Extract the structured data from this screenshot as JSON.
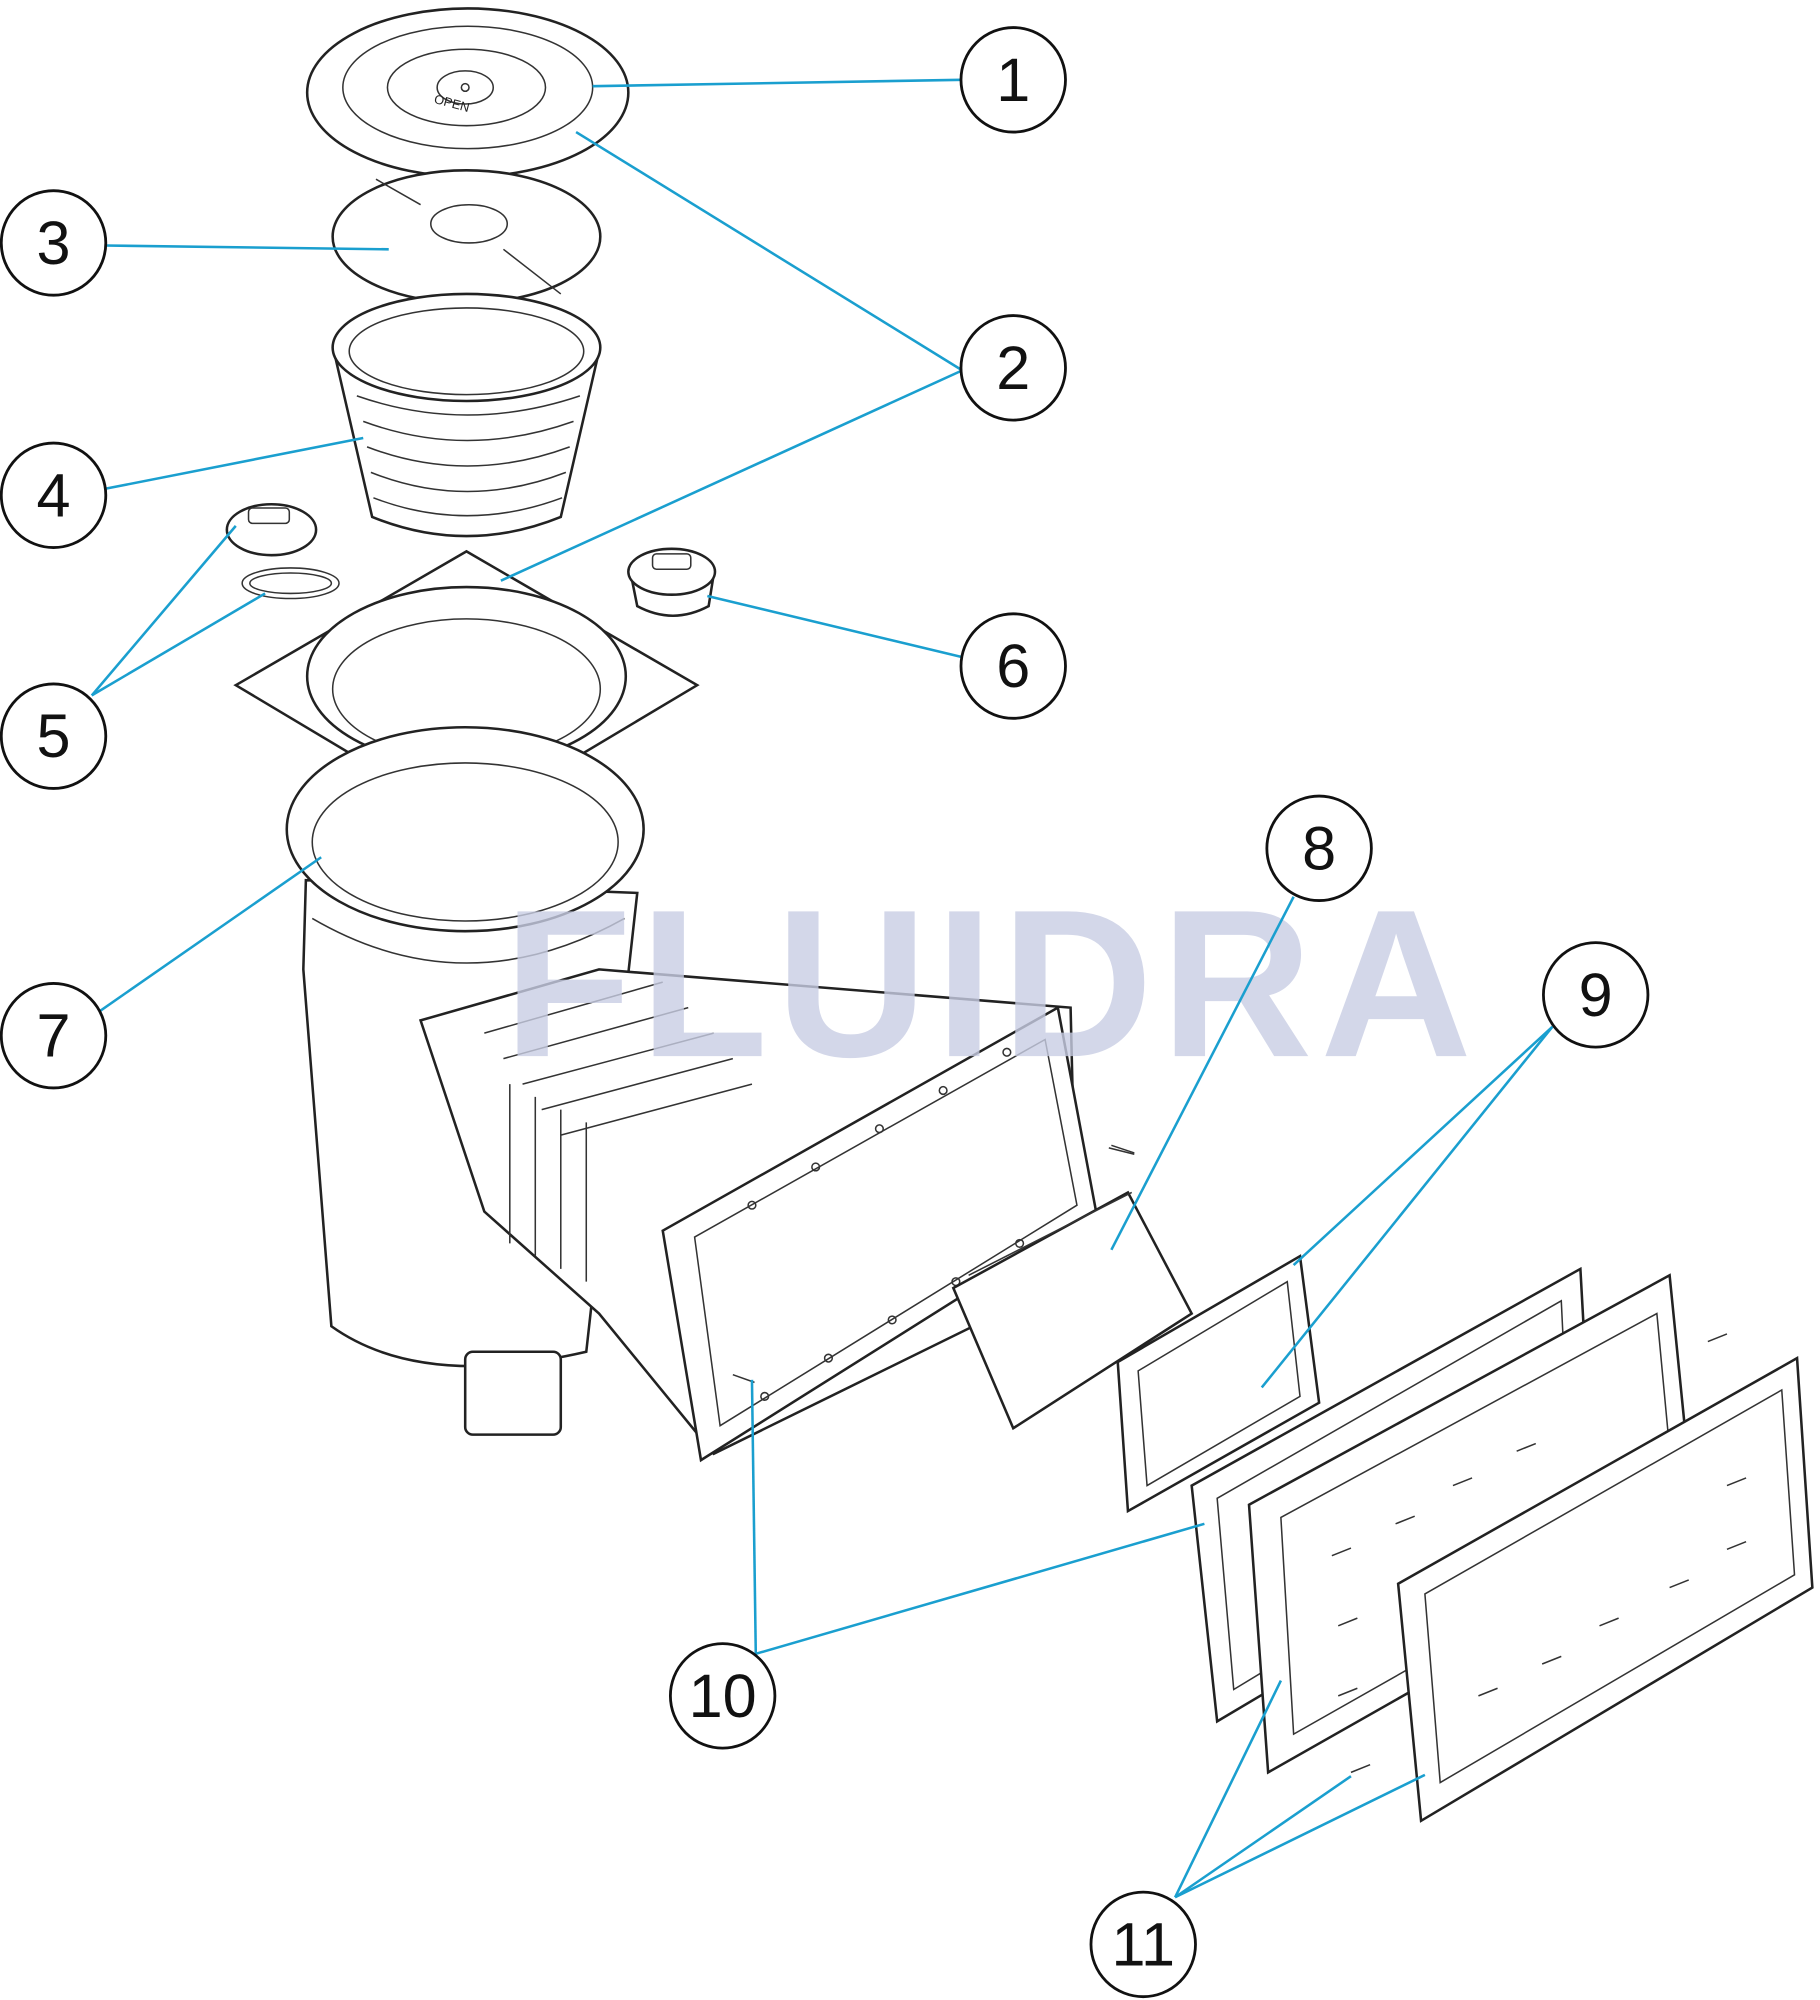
{
  "diagram": {
    "watermark": "FLUIDRA",
    "lid_label": "OPEN",
    "callouts": [
      "1",
      "2",
      "3",
      "4",
      "5",
      "6",
      "7",
      "8",
      "9",
      "10",
      "11"
    ],
    "leader_color": "#1a9fcf"
  }
}
